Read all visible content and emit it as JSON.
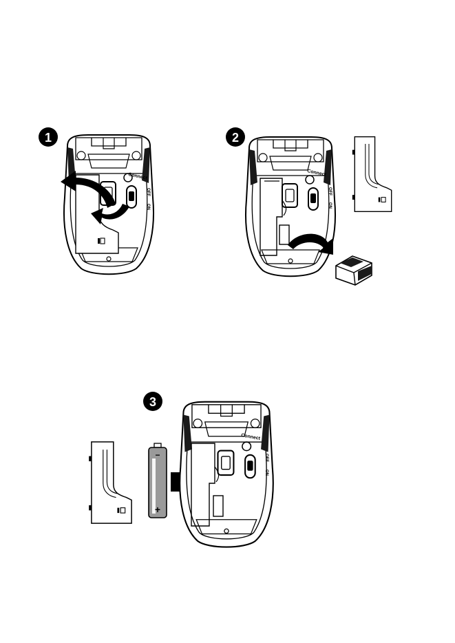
{
  "steps": [
    {
      "number": "1"
    },
    {
      "number": "2"
    },
    {
      "number": "3"
    }
  ],
  "mouse": {
    "connect_label": "Connect",
    "switch_on_label": "ON",
    "switch_off_label": "OFF"
  },
  "battery": {
    "minus_label": "−",
    "plus_label": "+"
  },
  "colors": {
    "ink": "#000000",
    "paper": "#ffffff",
    "grip_dark": "#1a1a1a",
    "battery_gray": "#9a9a9a"
  },
  "icons": [
    "step-number-badge",
    "curved-arrow-icon",
    "push-arrow-icon",
    "usb-nano-receiver",
    "aa-battery"
  ]
}
